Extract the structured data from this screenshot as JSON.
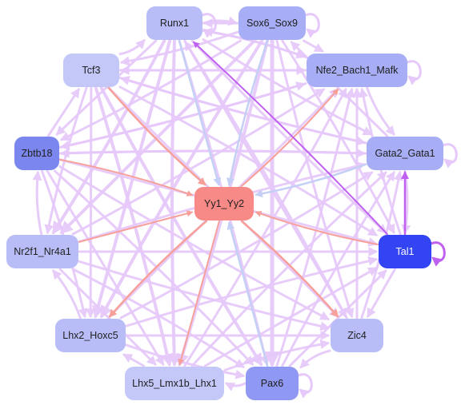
{
  "graph": {
    "colors": {
      "edge_light": "#e6c8fa",
      "edge_red": "#f7a09a",
      "edge_blue": "#c4cff5",
      "edge_purple": "#c060f0"
    },
    "nodes": [
      {
        "id": "runx1",
        "label": "Runx1",
        "fill": "#b9bdf7",
        "text": "#202020"
      },
      {
        "id": "sox6_sox9",
        "label": "Sox6_Sox9",
        "fill": "#a7aef5",
        "text": "#202020"
      },
      {
        "id": "tcf3",
        "label": "Tcf3",
        "fill": "#c3c8f8",
        "text": "#202020"
      },
      {
        "id": "nfe2_bach1_mafk",
        "label": "Nfe2_Bach1_Mafk",
        "fill": "#a7aef5",
        "text": "#202020"
      },
      {
        "id": "zbtb18",
        "label": "Zbtb18",
        "fill": "#7b86ef",
        "text": "#202020"
      },
      {
        "id": "gata2_gata1",
        "label": "Gata2_Gata1",
        "fill": "#a7aef5",
        "text": "#202020"
      },
      {
        "id": "yy1_yy2",
        "label": "Yy1_Yy2",
        "fill": "#f78a86",
        "text": "#202020"
      },
      {
        "id": "nr2f1_nr4a1",
        "label": "Nr2f1_Nr4a1",
        "fill": "#b9bdf7",
        "text": "#202020"
      },
      {
        "id": "tal1",
        "label": "Tal1",
        "fill": "#3344f5",
        "text": "#ffffff"
      },
      {
        "id": "lhx2_hoxc5",
        "label": "Lhx2_Hoxc5",
        "fill": "#b9bdf7",
        "text": "#202020"
      },
      {
        "id": "zic4",
        "label": "Zic4",
        "fill": "#b9bdf7",
        "text": "#202020"
      },
      {
        "id": "lhx5_lmx1b_lhx1",
        "label": "Lhx5_Lmx1b_Lhx1",
        "fill": "#c3c8f8",
        "text": "#202020"
      },
      {
        "id": "pax6",
        "label": "Pax6",
        "fill": "#8f98f2",
        "text": "#202020"
      }
    ],
    "self_loops": [
      "runx1",
      "sox6_sox9",
      "nfe2_bach1_mafk",
      "gata2_gata1",
      "tal1",
      "pax6"
    ],
    "edges": [
      {
        "from": "tcf3",
        "to": "yy1_yy2",
        "color": "edge_red",
        "w": 2.5
      },
      {
        "from": "zbtb18",
        "to": "yy1_yy2",
        "color": "edge_red",
        "w": 2
      },
      {
        "from": "nr2f1_nr4a1",
        "to": "yy1_yy2",
        "color": "edge_red",
        "w": 2
      },
      {
        "from": "yy1_yy2",
        "to": "lhx2_hoxc5",
        "color": "edge_red",
        "w": 2.5
      },
      {
        "from": "yy1_yy2",
        "to": "zic4",
        "color": "edge_red",
        "w": 2.5
      },
      {
        "from": "yy1_yy2",
        "to": "lhx5_lmx1b_lhx1",
        "color": "edge_red",
        "w": 2
      },
      {
        "from": "yy1_yy2",
        "to": "nfe2_bach1_mafk",
        "color": "edge_red",
        "w": 2
      },
      {
        "from": "tal1",
        "to": "yy1_yy2",
        "color": "edge_red",
        "w": 2
      },
      {
        "from": "runx1",
        "to": "yy1_yy2",
        "color": "edge_blue",
        "w": 2.5
      },
      {
        "from": "sox6_sox9",
        "to": "yy1_yy2",
        "color": "edge_blue",
        "w": 2.5
      },
      {
        "from": "gata2_gata1",
        "to": "yy1_yy2",
        "color": "edge_blue",
        "w": 2.5
      },
      {
        "from": "pax6",
        "to": "yy1_yy2",
        "color": "edge_blue",
        "w": 2.5
      },
      {
        "from": "tal1",
        "to": "gata2_gata1",
        "color": "edge_purple",
        "w": 2.5
      },
      {
        "from": "tal1",
        "to": "runx1",
        "color": "edge_purple",
        "w": 2
      },
      {
        "from": "runx1",
        "to": "nfe2_bach1_mafk",
        "color": "edge_light",
        "w": 3
      },
      {
        "from": "sox6_sox9",
        "to": "nfe2_bach1_mafk",
        "color": "edge_light",
        "w": 3
      },
      {
        "from": "nfe2_bach1_mafk",
        "to": "gata2_gata1",
        "color": "edge_light",
        "w": 3
      },
      {
        "from": "gata2_gata1",
        "to": "tal1",
        "color": "edge_light",
        "w": 3
      },
      {
        "from": "tal1",
        "to": "zic4",
        "color": "edge_light",
        "w": 3
      },
      {
        "from": "zic4",
        "to": "pax6",
        "color": "edge_light",
        "w": 3
      },
      {
        "from": "pax6",
        "to": "lhx5_lmx1b_lhx1",
        "color": "edge_light",
        "w": 3
      },
      {
        "from": "lhx5_lmx1b_lhx1",
        "to": "lhx2_hoxc5",
        "color": "edge_light",
        "w": 3
      },
      {
        "from": "lhx2_hoxc5",
        "to": "nr2f1_nr4a1",
        "color": "edge_light",
        "w": 3
      },
      {
        "from": "nr2f1_nr4a1",
        "to": "zbtb18",
        "color": "edge_light",
        "w": 3
      },
      {
        "from": "zbtb18",
        "to": "tcf3",
        "color": "edge_light",
        "w": 3
      },
      {
        "from": "tcf3",
        "to": "runx1",
        "color": "edge_light",
        "w": 3
      },
      {
        "from": "runx1",
        "to": "sox6_sox9",
        "color": "edge_light",
        "w": 3
      },
      {
        "from": "sox6_sox9",
        "to": "runx1",
        "color": "edge_light",
        "w": 3
      },
      {
        "from": "tcf3",
        "to": "nr2f1_nr4a1",
        "color": "edge_light",
        "w": 3
      },
      {
        "from": "zbtb18",
        "to": "lhx2_hoxc5",
        "color": "edge_light",
        "w": 3
      },
      {
        "from": "nr2f1_nr4a1",
        "to": "lhx5_lmx1b_lhx1",
        "color": "edge_light",
        "w": 3
      },
      {
        "from": "lhx2_hoxc5",
        "to": "pax6",
        "color": "edge_light",
        "w": 3
      },
      {
        "from": "lhx5_lmx1b_lhx1",
        "to": "zic4",
        "color": "edge_light",
        "w": 3
      },
      {
        "from": "pax6",
        "to": "tal1",
        "color": "edge_light",
        "w": 3
      },
      {
        "from": "zic4",
        "to": "gata2_gata1",
        "color": "edge_light",
        "w": 3
      },
      {
        "from": "tal1",
        "to": "nfe2_bach1_mafk",
        "color": "edge_light",
        "w": 3
      },
      {
        "from": "gata2_gata1",
        "to": "sox6_sox9",
        "color": "edge_light",
        "w": 3
      },
      {
        "from": "nfe2_bach1_mafk",
        "to": "runx1",
        "color": "edge_light",
        "w": 3
      },
      {
        "from": "sox6_sox9",
        "to": "tcf3",
        "color": "edge_light",
        "w": 3
      },
      {
        "from": "runx1",
        "to": "zbtb18",
        "color": "edge_light",
        "w": 3
      },
      {
        "from": "runx1",
        "to": "gata2_gata1",
        "color": "edge_light",
        "w": 3
      },
      {
        "from": "runx1",
        "to": "nr2f1_nr4a1",
        "color": "edge_light",
        "w": 4
      },
      {
        "from": "runx1",
        "to": "lhx2_hoxc5",
        "color": "edge_light",
        "w": 4
      },
      {
        "from": "runx1",
        "to": "lhx5_lmx1b_lhx1",
        "color": "edge_light",
        "w": 4
      },
      {
        "from": "runx1",
        "to": "pax6",
        "color": "edge_light",
        "w": 3
      },
      {
        "from": "runx1",
        "to": "zic4",
        "color": "edge_light",
        "w": 3
      },
      {
        "from": "runx1",
        "to": "tal1",
        "color": "edge_light",
        "w": 3
      },
      {
        "from": "sox6_sox9",
        "to": "zbtb18",
        "color": "edge_light",
        "w": 3
      },
      {
        "from": "sox6_sox9",
        "to": "nr2f1_nr4a1",
        "color": "edge_light",
        "w": 4
      },
      {
        "from": "sox6_sox9",
        "to": "lhx2_hoxc5",
        "color": "edge_light",
        "w": 4
      },
      {
        "from": "sox6_sox9",
        "to": "lhx5_lmx1b_lhx1",
        "color": "edge_light",
        "w": 4
      },
      {
        "from": "sox6_sox9",
        "to": "pax6",
        "color": "edge_light",
        "w": 5
      },
      {
        "from": "sox6_sox9",
        "to": "zic4",
        "color": "edge_light",
        "w": 3
      },
      {
        "from": "sox6_sox9",
        "to": "tal1",
        "color": "edge_light",
        "w": 3
      },
      {
        "from": "tcf3",
        "to": "nfe2_bach1_mafk",
        "color": "edge_light",
        "w": 3
      },
      {
        "from": "tcf3",
        "to": "gata2_gata1",
        "color": "edge_light",
        "w": 3
      },
      {
        "from": "tcf3",
        "to": "tal1",
        "color": "edge_light",
        "w": 3
      },
      {
        "from": "tcf3",
        "to": "zic4",
        "color": "edge_light",
        "w": 3
      },
      {
        "from": "tcf3",
        "to": "pax6",
        "color": "edge_light",
        "w": 4
      },
      {
        "from": "tcf3",
        "to": "lhx5_lmx1b_lhx1",
        "color": "edge_light",
        "w": 4
      },
      {
        "from": "tcf3",
        "to": "lhx2_hoxc5",
        "color": "edge_light",
        "w": 3
      },
      {
        "from": "zbtb18",
        "to": "nfe2_bach1_mafk",
        "color": "edge_light",
        "w": 3
      },
      {
        "from": "zbtb18",
        "to": "gata2_gata1",
        "color": "edge_light",
        "w": 3
      },
      {
        "from": "zbtb18",
        "to": "tal1",
        "color": "edge_light",
        "w": 3
      },
      {
        "from": "zbtb18",
        "to": "zic4",
        "color": "edge_light",
        "w": 3
      },
      {
        "from": "zbtb18",
        "to": "pax6",
        "color": "edge_light",
        "w": 3
      },
      {
        "from": "zbtb18",
        "to": "lhx5_lmx1b_lhx1",
        "color": "edge_light",
        "w": 3
      },
      {
        "from": "nr2f1_nr4a1",
        "to": "nfe2_bach1_mafk",
        "color": "edge_light",
        "w": 3
      },
      {
        "from": "nr2f1_nr4a1",
        "to": "gata2_gata1",
        "color": "edge_light",
        "w": 3
      },
      {
        "from": "nr2f1_nr4a1",
        "to": "tal1",
        "color": "edge_light",
        "w": 3
      },
      {
        "from": "nr2f1_nr4a1",
        "to": "zic4",
        "color": "edge_light",
        "w": 3
      },
      {
        "from": "nr2f1_nr4a1",
        "to": "pax6",
        "color": "edge_light",
        "w": 3
      },
      {
        "from": "lhx2_hoxc5",
        "to": "nfe2_bach1_mafk",
        "color": "edge_light",
        "w": 3
      },
      {
        "from": "lhx2_hoxc5",
        "to": "gata2_gata1",
        "color": "edge_light",
        "w": 3
      },
      {
        "from": "lhx2_hoxc5",
        "to": "tal1",
        "color": "edge_light",
        "w": 3
      },
      {
        "from": "lhx2_hoxc5",
        "to": "zic4",
        "color": "edge_light",
        "w": 3
      },
      {
        "from": "lhx5_lmx1b_lhx1",
        "to": "nfe2_bach1_mafk",
        "color": "edge_light",
        "w": 3
      },
      {
        "from": "lhx5_lmx1b_lhx1",
        "to": "gata2_gata1",
        "color": "edge_light",
        "w": 3
      },
      {
        "from": "lhx5_lmx1b_lhx1",
        "to": "tal1",
        "color": "edge_light",
        "w": 3
      },
      {
        "from": "pax6",
        "to": "nfe2_bach1_mafk",
        "color": "edge_light",
        "w": 3
      },
      {
        "from": "pax6",
        "to": "gata2_gata1",
        "color": "edge_light",
        "w": 3
      },
      {
        "from": "zic4",
        "to": "nfe2_bach1_mafk",
        "color": "edge_light",
        "w": 3
      },
      {
        "from": "zic4",
        "to": "runx1",
        "color": "edge_light",
        "w": 3
      },
      {
        "from": "gata2_gata1",
        "to": "tcf3",
        "color": "edge_light",
        "w": 3
      },
      {
        "from": "nfe2_bach1_mafk",
        "to": "tcf3",
        "color": "edge_light",
        "w": 3
      },
      {
        "from": "gata2_gata1",
        "to": "zbtb18",
        "color": "edge_light",
        "w": 3
      },
      {
        "from": "nfe2_bach1_mafk",
        "to": "zbtb18",
        "color": "edge_light",
        "w": 3
      }
    ]
  }
}
